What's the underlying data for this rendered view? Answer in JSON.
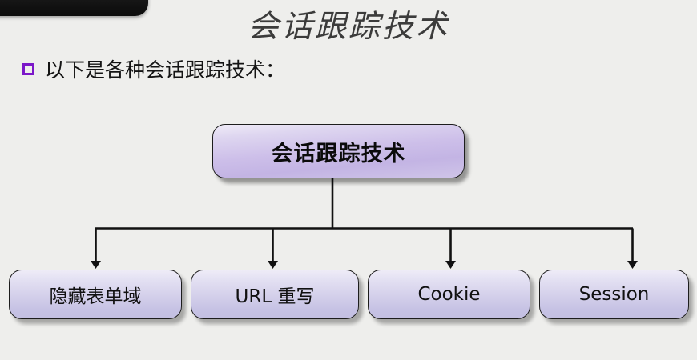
{
  "slide": {
    "title": "会话跟踪技术",
    "background_color": "#eeeeec",
    "bullet": {
      "marker_icon": "hollow-square-bullet",
      "marker_color": "#7b17c9",
      "text": "以下是各种会话跟踪技术："
    },
    "decoration": {
      "tab_color": "#151515",
      "diamond_icon": "diamond-marker",
      "diamond_color": "#f0c429"
    }
  },
  "diagram": {
    "type": "tree",
    "accent_color": "#c3b4e4",
    "root": {
      "label": "会话跟踪技术",
      "fill_top": "#f0ecf8",
      "fill_bottom": "#c3b4e4"
    },
    "children": [
      {
        "label": "隐藏表单域"
      },
      {
        "label": "URL 重写"
      },
      {
        "label": "Cookie"
      },
      {
        "label": "Session"
      }
    ]
  }
}
